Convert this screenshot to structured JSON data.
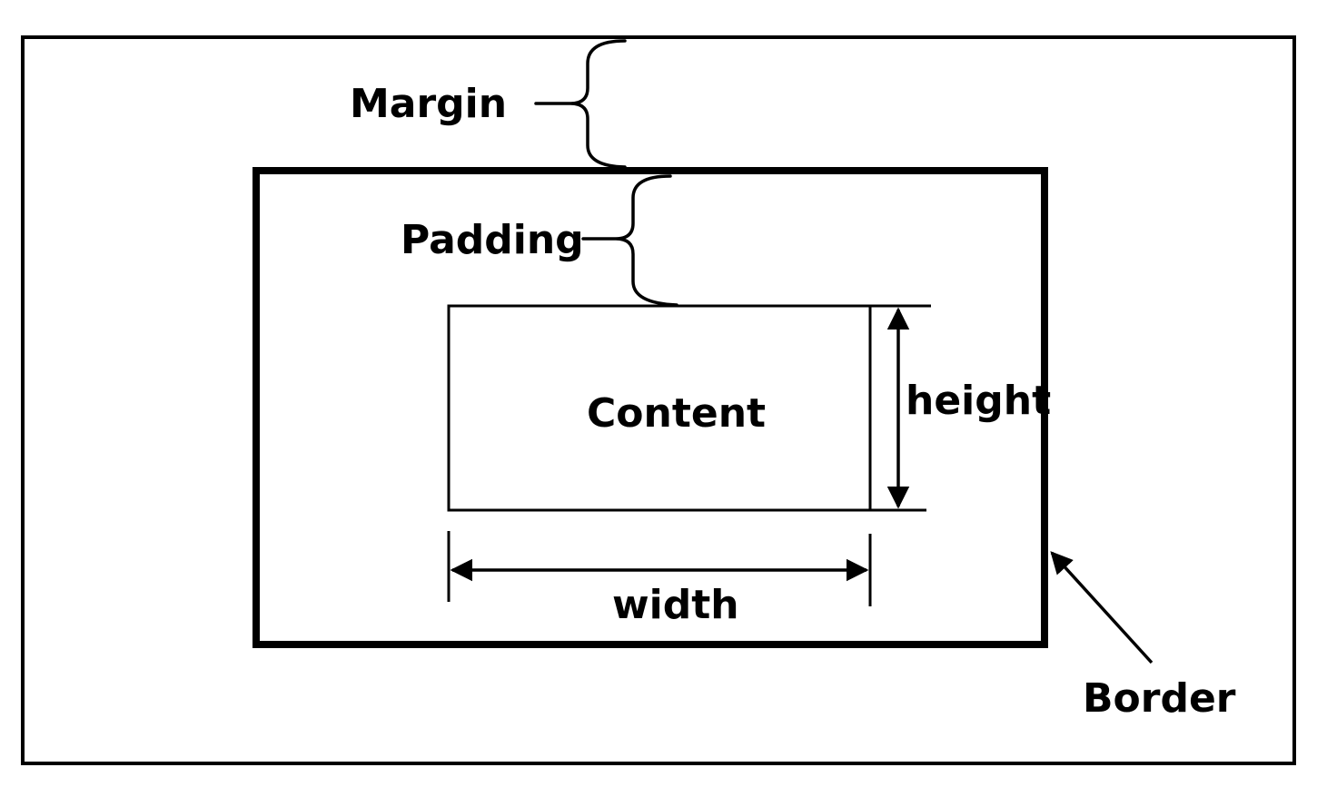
{
  "diagram": {
    "labels": {
      "margin": "Margin",
      "padding": "Padding",
      "content": "Content",
      "height": "height",
      "width": "width",
      "border": "Border"
    },
    "colors": {
      "ink": "#000000",
      "background": "#ffffff"
    }
  }
}
